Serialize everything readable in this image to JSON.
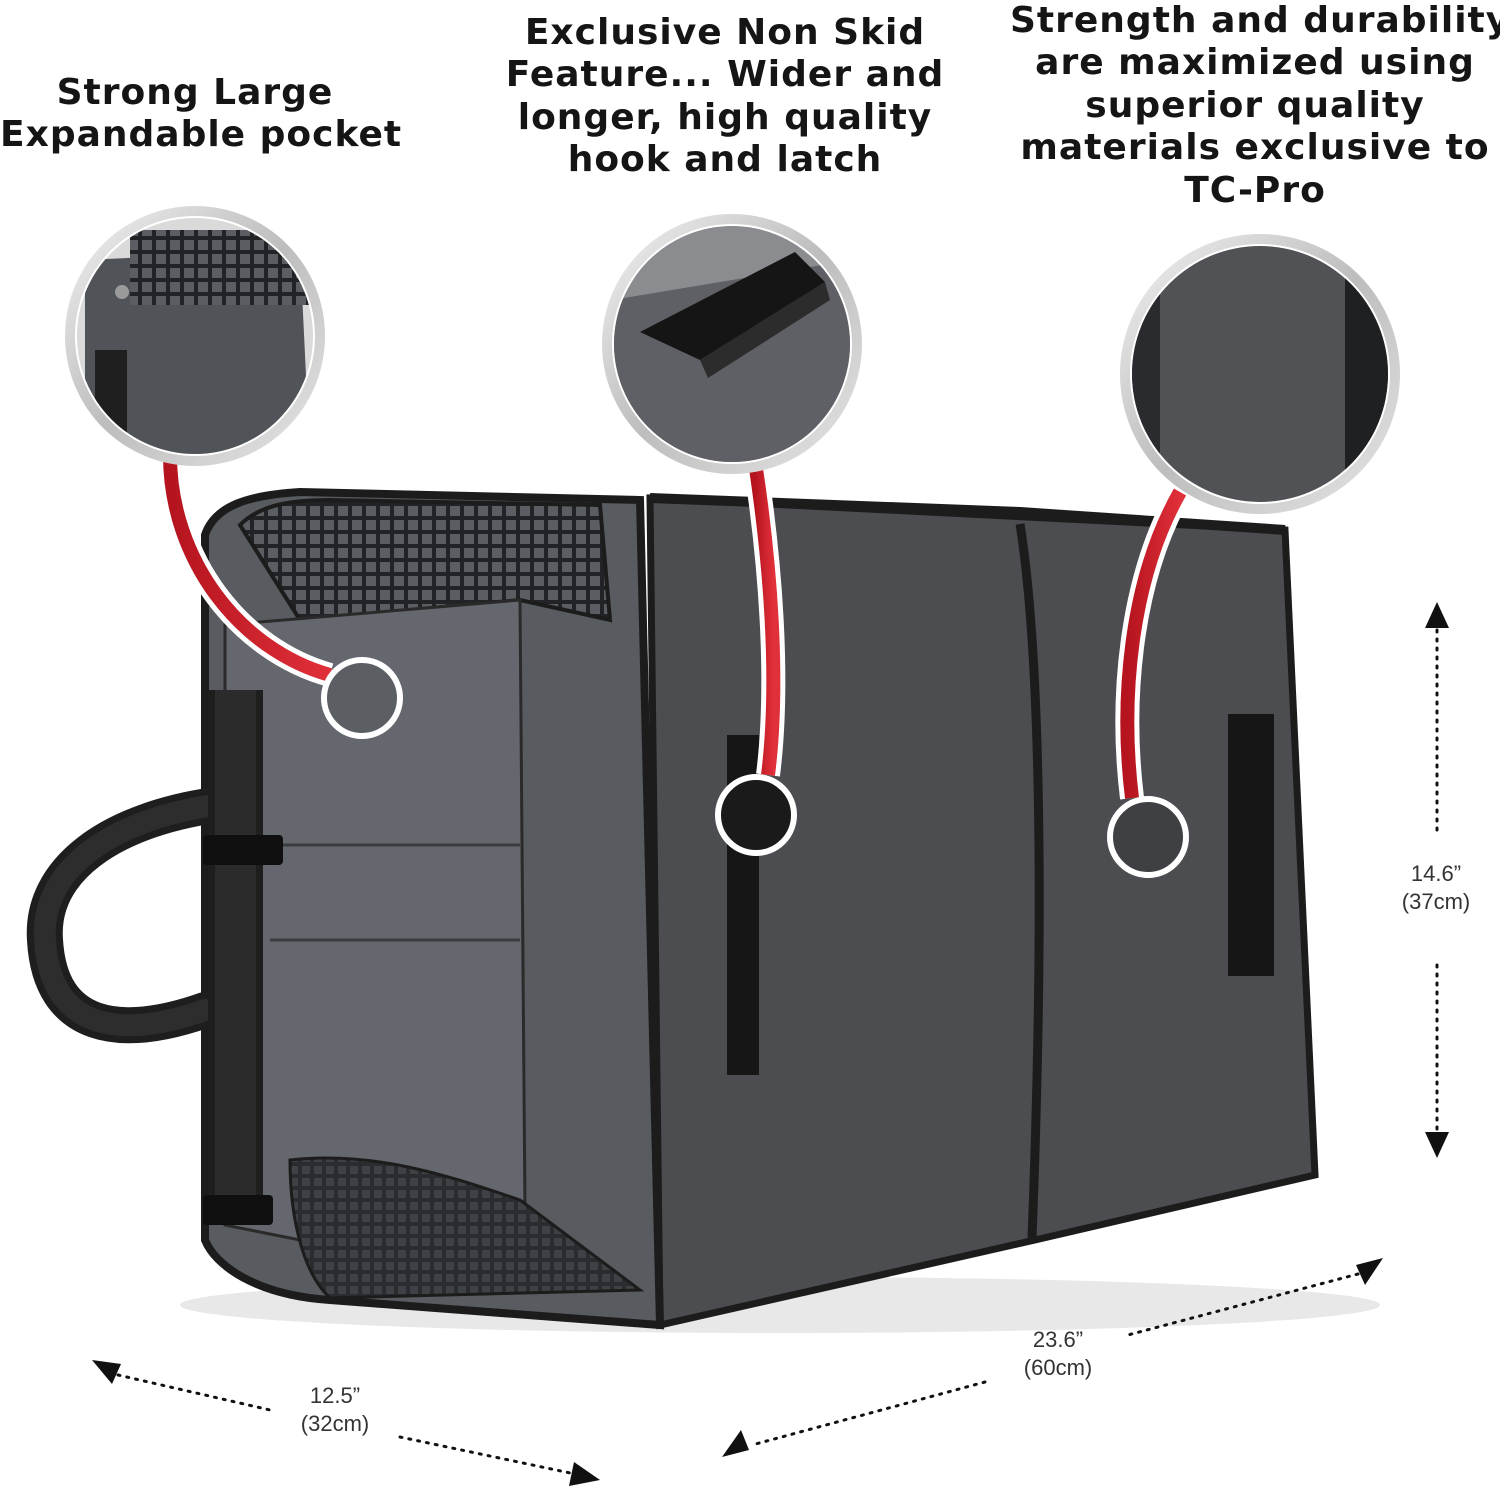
{
  "callouts": [
    {
      "lines": [
        "Strong Large",
        "Expandable pocket"
      ]
    },
    {
      "lines": [
        "Exclusive Non Skid",
        "Feature... Wider and",
        "longer, high quality",
        "hook and latch"
      ]
    },
    {
      "lines": [
        "Strength and durability",
        "are maximized using",
        "superior quality",
        "materials exclusive to",
        "TC-Pro"
      ]
    }
  ],
  "dimensions": {
    "height": {
      "inch": "14.6”",
      "cm": "(37cm)"
    },
    "length": {
      "inch": "23.6”",
      "cm": "(60cm)"
    },
    "depth": {
      "inch": "12.5”",
      "cm": "(32cm)"
    }
  },
  "colors": {
    "organizer_body": "#4b4d50",
    "organizer_side": "#5d6066",
    "trim": "#1c1c1c",
    "accent_red": "#c8202a",
    "text": "#151515"
  },
  "icons": [
    "zoom-circle-icon",
    "dimension-arrow-icon",
    "mesh-pocket-icon",
    "strap-buckle-icon"
  ]
}
